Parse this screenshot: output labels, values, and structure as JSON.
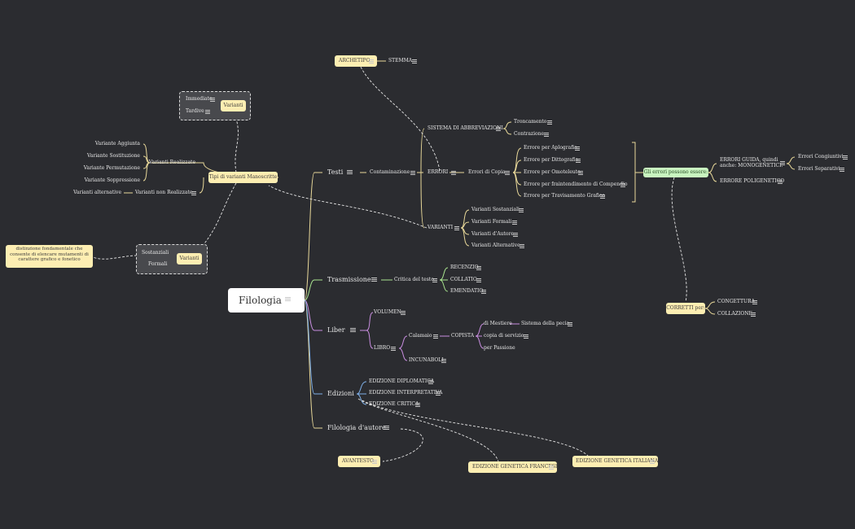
{
  "root": {
    "label": "Filologia"
  },
  "branches": {
    "testi": "Testi",
    "trasmissione": "Trasmissione",
    "liber": "Liber",
    "edizioni": "Edizioni",
    "filologia_autore": "Filologia d'autore"
  },
  "testi": {
    "contaminazione": "Contaminazione",
    "sistema_abbreviazioni": "SISTEMA DI ABBREVIAZIONI",
    "troncamento": "Troncamento",
    "contrazione": "Contrazione",
    "errori": "ERRORI",
    "errori_copia": "Errori di Copia",
    "errori_list": [
      "Errore per Aplografia",
      "Errore per Dittografia",
      "Errore per Omoteleuto",
      "Errore per fraintendimento di Compendio",
      "Errore per Travisamento Grafico"
    ],
    "varianti": "VARIANTI",
    "varianti_list": [
      "Varianti Sostanziali",
      "Varianti Formali",
      "Varianti d'Autore",
      "Varianti Alternative"
    ],
    "archetipo": "ARCHETIPO",
    "stemma": "STEMMA",
    "errori_possono": "Gli errori possono essere:",
    "errori_guida": "ERRORI GUIDA, quindi anche: MONOGENETICI.",
    "errori_congiuntivi": "Errori Congiuntivi",
    "errori_separativi": "Errori Separativi",
    "errore_poligenetico": "ERRORE POLIGENETICO",
    "corretti": "CORRETTI per:",
    "congettura": "CONGETTURA",
    "collazione": "COLLAZIONE"
  },
  "tipi": {
    "label": "Tipi di varianti Manoscritte",
    "realizzate": "Varianti Realizzate",
    "realizzate_list": [
      "Variante Aggiunta",
      "Variante Sostituzione",
      "Variante Permutazione",
      "Variante Soppressione"
    ],
    "non_realizzate": "Varianti non Realizzate",
    "alternative": "Varianti alternative",
    "varianti_top": "Varianti",
    "immediate": "Immediate",
    "tardive": "Tardive",
    "varianti_bottom": "Varianti",
    "sostanziali": "Sostanziali",
    "formali": "Formali",
    "distinzione": "distinzione fondamentale che consente di elencare mutamenti di carattere grafico e fonetico"
  },
  "trasmissione": {
    "critica": "Critica del testo",
    "list": [
      "RECENZIO",
      "COLLATIO",
      "EMENDATIO"
    ]
  },
  "liber": {
    "volumen": "VOLUMEN",
    "libro": "LIBRO",
    "calamaio": "Calamaio",
    "copista": "COPISTA",
    "di_mestiere": "di Mestiere",
    "sistema_pecia": "Sistema della pecia",
    "copia_servizio": "copia di servizio",
    "per_passione": "per Passione",
    "incunaboli": "INCUNABOLI"
  },
  "edizioni": {
    "list": [
      "EDIZIONE DIPLOMATICA",
      "EDIZIONE INTERPRETATIVA",
      "EDIZIONE CRITICA"
    ]
  },
  "autore": {
    "avantesto": "AVANTESTO",
    "genetica_francese": "EDIZIONE GENETICA FRANCESE",
    "genetica_italiana": "EDIZIONE GENETICA ITALIANA"
  },
  "colors": {
    "background": "#2b2c30",
    "testi_branch": "#e9d99a",
    "trasmissione_branch": "#a9e58f",
    "liber_branch": "#c98ee0",
    "edizioni_branch": "#7fb0e8",
    "topic_fill": "#fdeeb2",
    "green_topic": "#c9f5c0"
  }
}
